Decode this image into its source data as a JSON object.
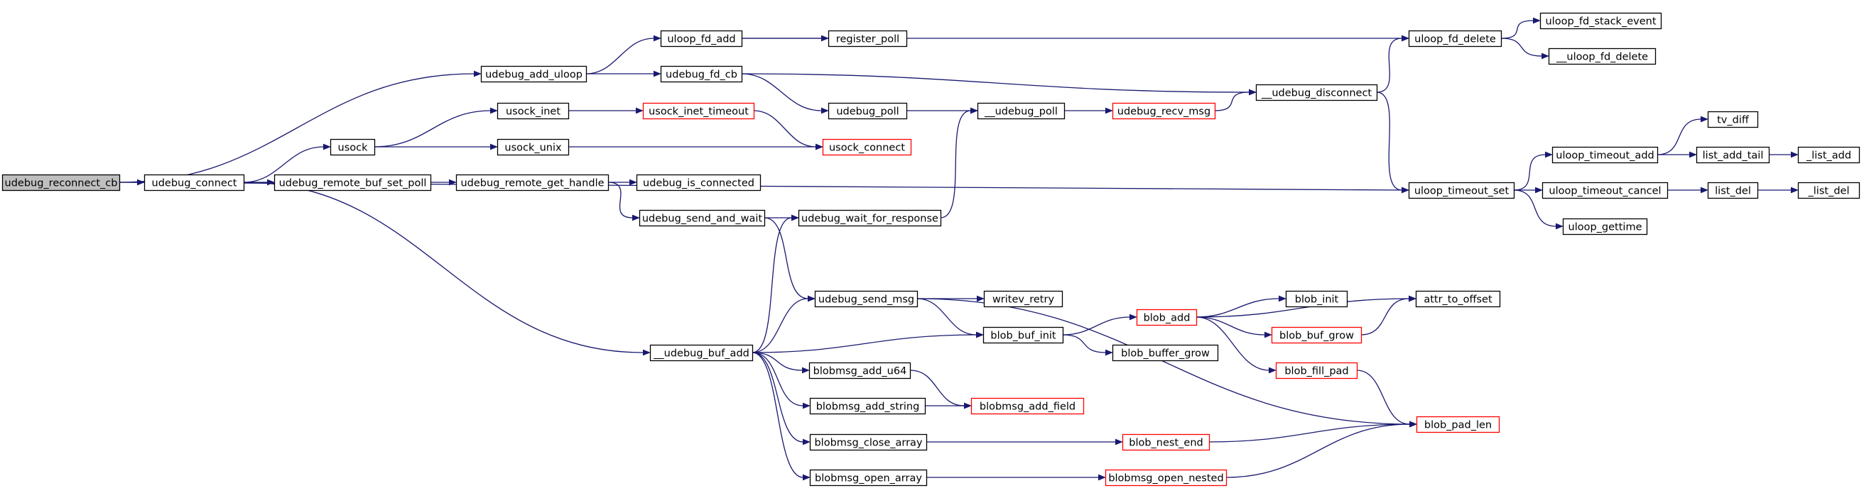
{
  "graph": {
    "type": "call-graph",
    "colors": {
      "edge": "#191970",
      "truncated_border": "#ff0000",
      "root_fill": "#bfbfbf"
    },
    "nodes": [
      {
        "id": "udebug_reconnect_cb",
        "label": "udebug_reconnect_cb",
        "style": "root"
      },
      {
        "id": "udebug_add_uloop",
        "label": "udebug_add_uloop",
        "style": "normal"
      },
      {
        "id": "udebug_connect",
        "label": "udebug_connect",
        "style": "normal"
      },
      {
        "id": "uloop_timeout_set",
        "label": "uloop_timeout_set",
        "style": "normal"
      },
      {
        "id": "uloop_fd_add",
        "label": "uloop_fd_add",
        "style": "normal"
      },
      {
        "id": "udebug_fd_cb",
        "label": "udebug_fd_cb",
        "style": "normal"
      },
      {
        "id": "usock",
        "label": "usock",
        "style": "normal"
      },
      {
        "id": "udebug_remote_buf_set_poll",
        "label": "udebug_remote_buf_set_poll",
        "style": "normal"
      },
      {
        "id": "__udebug_buf_add",
        "label": "__udebug_buf_add",
        "style": "normal"
      },
      {
        "id": "register_poll",
        "label": "register_poll",
        "style": "normal"
      },
      {
        "id": "uloop_fd_delete",
        "label": "uloop_fd_delete",
        "style": "normal"
      },
      {
        "id": "udebug_poll",
        "label": "udebug_poll",
        "style": "normal"
      },
      {
        "id": "__udebug_disconnect",
        "label": "__udebug_disconnect",
        "style": "normal"
      },
      {
        "id": "usock_inet",
        "label": "usock_inet",
        "style": "normal"
      },
      {
        "id": "usock_unix",
        "label": "usock_unix",
        "style": "normal"
      },
      {
        "id": "usock_inet_timeout",
        "label": "usock_inet_timeout",
        "style": "truncated"
      },
      {
        "id": "usock_connect",
        "label": "usock_connect",
        "style": "truncated"
      },
      {
        "id": "udebug_remote_get_handle",
        "label": "udebug_remote_get_handle",
        "style": "normal"
      },
      {
        "id": "udebug_is_connected",
        "label": "udebug_is_connected",
        "style": "normal"
      },
      {
        "id": "udebug_send_and_wait",
        "label": "udebug_send_and_wait",
        "style": "normal"
      },
      {
        "id": "udebug_wait_for_response",
        "label": "udebug_wait_for_response",
        "style": "normal"
      },
      {
        "id": "__udebug_poll",
        "label": "__udebug_poll",
        "style": "normal"
      },
      {
        "id": "udebug_recv_msg",
        "label": "udebug_recv_msg",
        "style": "truncated"
      },
      {
        "id": "uloop_fd_stack_event",
        "label": "uloop_fd_stack_event",
        "style": "normal"
      },
      {
        "id": "__uloop_fd_delete",
        "label": "__uloop_fd_delete",
        "style": "normal"
      },
      {
        "id": "uloop_timeout_add",
        "label": "uloop_timeout_add",
        "style": "normal"
      },
      {
        "id": "uloop_timeout_cancel",
        "label": "uloop_timeout_cancel",
        "style": "normal"
      },
      {
        "id": "uloop_gettime",
        "label": "uloop_gettime",
        "style": "normal"
      },
      {
        "id": "tv_diff",
        "label": "tv_diff",
        "style": "normal"
      },
      {
        "id": "list_add_tail",
        "label": "list_add_tail",
        "style": "normal"
      },
      {
        "id": "_list_add",
        "label": "_list_add",
        "style": "normal"
      },
      {
        "id": "list_del",
        "label": "list_del",
        "style": "normal"
      },
      {
        "id": "_list_del",
        "label": "_list_del",
        "style": "normal"
      },
      {
        "id": "udebug_send_msg",
        "label": "udebug_send_msg",
        "style": "normal"
      },
      {
        "id": "writev_retry",
        "label": "writev_retry",
        "style": "normal"
      },
      {
        "id": "blob_buf_init",
        "label": "blob_buf_init",
        "style": "normal"
      },
      {
        "id": "blob_pad_len",
        "label": "blob_pad_len",
        "style": "truncated"
      },
      {
        "id": "blob_add",
        "label": "blob_add",
        "style": "truncated"
      },
      {
        "id": "blob_buffer_grow",
        "label": "blob_buffer_grow",
        "style": "normal"
      },
      {
        "id": "attr_to_offset",
        "label": "attr_to_offset",
        "style": "normal"
      },
      {
        "id": "blob_init",
        "label": "blob_init",
        "style": "normal"
      },
      {
        "id": "blob_buf_grow",
        "label": "blob_buf_grow",
        "style": "truncated"
      },
      {
        "id": "blob_fill_pad",
        "label": "blob_fill_pad",
        "style": "truncated"
      },
      {
        "id": "blobmsg_add_u64",
        "label": "blobmsg_add_u64",
        "style": "normal"
      },
      {
        "id": "blobmsg_add_string",
        "label": "blobmsg_add_string",
        "style": "normal"
      },
      {
        "id": "blobmsg_add_field",
        "label": "blobmsg_add_field",
        "style": "truncated"
      },
      {
        "id": "blobmsg_close_array",
        "label": "blobmsg_close_array",
        "style": "normal"
      },
      {
        "id": "blob_nest_end",
        "label": "blob_nest_end",
        "style": "truncated"
      },
      {
        "id": "blobmsg_open_array",
        "label": "blobmsg_open_array",
        "style": "normal"
      },
      {
        "id": "blobmsg_open_nested",
        "label": "blobmsg_open_nested",
        "style": "truncated"
      }
    ],
    "edges": [
      [
        "udebug_reconnect_cb",
        "udebug_add_uloop"
      ],
      [
        "udebug_reconnect_cb",
        "udebug_connect"
      ],
      [
        "udebug_reconnect_cb",
        "uloop_timeout_set"
      ],
      [
        "udebug_add_uloop",
        "uloop_fd_add"
      ],
      [
        "udebug_add_uloop",
        "udebug_fd_cb"
      ],
      [
        "uloop_fd_add",
        "register_poll"
      ],
      [
        "uloop_fd_add",
        "uloop_fd_delete"
      ],
      [
        "udebug_fd_cb",
        "udebug_poll"
      ],
      [
        "udebug_fd_cb",
        "__udebug_disconnect"
      ],
      [
        "udebug_connect",
        "usock"
      ],
      [
        "udebug_connect",
        "udebug_remote_buf_set_poll"
      ],
      [
        "udebug_connect",
        "__udebug_buf_add"
      ],
      [
        "usock",
        "usock_inet"
      ],
      [
        "usock",
        "usock_unix"
      ],
      [
        "usock_inet",
        "usock_inet_timeout"
      ],
      [
        "usock_inet_timeout",
        "usock_connect"
      ],
      [
        "usock_unix",
        "usock_connect"
      ],
      [
        "udebug_remote_buf_set_poll",
        "udebug_remote_get_handle"
      ],
      [
        "udebug_remote_get_handle",
        "udebug_is_connected"
      ],
      [
        "udebug_remote_get_handle",
        "udebug_send_and_wait"
      ],
      [
        "udebug_send_and_wait",
        "udebug_wait_for_response"
      ],
      [
        "udebug_send_and_wait",
        "udebug_send_msg"
      ],
      [
        "udebug_wait_for_response",
        "__udebug_poll"
      ],
      [
        "udebug_poll",
        "__udebug_poll"
      ],
      [
        "__udebug_poll",
        "udebug_recv_msg"
      ],
      [
        "udebug_recv_msg",
        "__udebug_disconnect"
      ],
      [
        "__udebug_disconnect",
        "uloop_fd_delete"
      ],
      [
        "__udebug_disconnect",
        "uloop_timeout_set"
      ],
      [
        "uloop_fd_delete",
        "uloop_fd_stack_event"
      ],
      [
        "uloop_fd_delete",
        "__uloop_fd_delete"
      ],
      [
        "uloop_timeout_set",
        "uloop_timeout_add"
      ],
      [
        "uloop_timeout_set",
        "uloop_timeout_cancel"
      ],
      [
        "uloop_timeout_set",
        "uloop_gettime"
      ],
      [
        "uloop_timeout_add",
        "tv_diff"
      ],
      [
        "uloop_timeout_add",
        "list_add_tail"
      ],
      [
        "list_add_tail",
        "_list_add"
      ],
      [
        "uloop_timeout_cancel",
        "list_del"
      ],
      [
        "list_del",
        "_list_del"
      ],
      [
        "__udebug_buf_add",
        "udebug_wait_for_response"
      ],
      [
        "__udebug_buf_add",
        "udebug_send_msg"
      ],
      [
        "__udebug_buf_add",
        "blob_buf_init"
      ],
      [
        "__udebug_buf_add",
        "blobmsg_add_u64"
      ],
      [
        "__udebug_buf_add",
        "blobmsg_add_string"
      ],
      [
        "__udebug_buf_add",
        "blobmsg_close_array"
      ],
      [
        "__udebug_buf_add",
        "blobmsg_open_array"
      ],
      [
        "udebug_send_msg",
        "writev_retry"
      ],
      [
        "udebug_send_msg",
        "blob_buf_init"
      ],
      [
        "udebug_send_msg",
        "blob_pad_len"
      ],
      [
        "blob_buf_init",
        "blob_add"
      ],
      [
        "blob_buf_init",
        "blob_buffer_grow"
      ],
      [
        "blob_add",
        "attr_to_offset"
      ],
      [
        "blob_add",
        "blob_init"
      ],
      [
        "blob_add",
        "blob_buf_grow"
      ],
      [
        "blob_add",
        "blob_fill_pad"
      ],
      [
        "blob_buf_grow",
        "attr_to_offset"
      ],
      [
        "blob_fill_pad",
        "blob_pad_len"
      ],
      [
        "blobmsg_add_u64",
        "blobmsg_add_field"
      ],
      [
        "blobmsg_add_string",
        "blobmsg_add_field"
      ],
      [
        "blobmsg_close_array",
        "blob_nest_end"
      ],
      [
        "blob_nest_end",
        "blob_pad_len"
      ],
      [
        "blobmsg_open_array",
        "blobmsg_open_nested"
      ],
      [
        "blobmsg_open_nested",
        "blob_pad_len"
      ]
    ]
  }
}
